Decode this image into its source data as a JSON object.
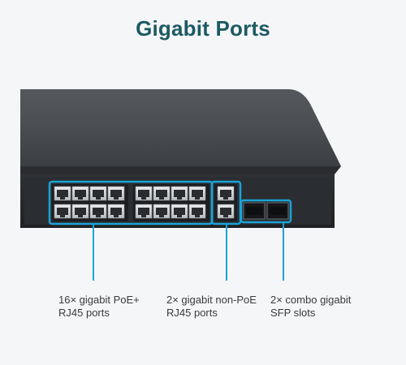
{
  "title": "Gigabit Ports",
  "accent_color": "#1ba3d6",
  "title_color": "#1c5a63",
  "callouts": [
    {
      "line1": "16× gigabit PoE+",
      "line2": "RJ45 ports"
    },
    {
      "line1": "2× gigabit non-PoE",
      "line2": "RJ45 ports"
    },
    {
      "line1": "2× combo gigabit",
      "line2": "SFP slots"
    }
  ]
}
